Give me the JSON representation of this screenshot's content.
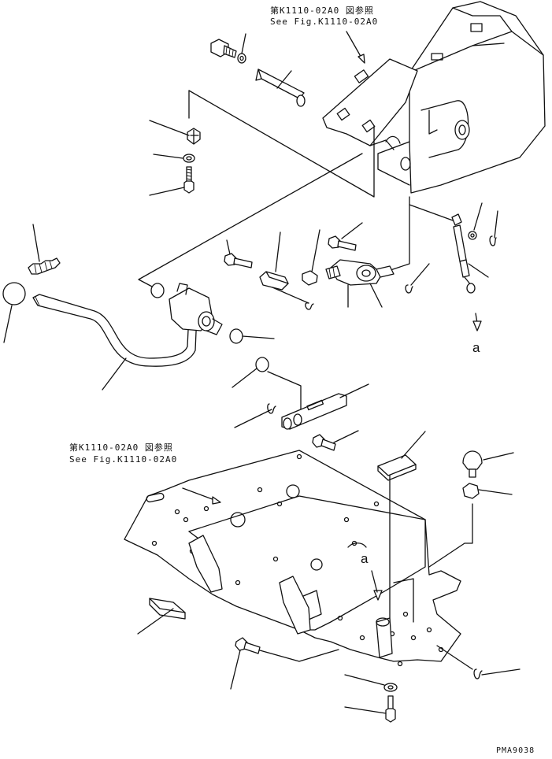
{
  "callouts": {
    "ref_top_jp": "第K1110-02A0 図参照",
    "ref_top_en": "See Fig.K1110-02A0",
    "ref_mid_jp": "第K1110-02A0 図参照",
    "ref_mid_en": "See Fig.K1110-02A0"
  },
  "markers": {
    "a_right": "a",
    "a_bottom": "a"
  },
  "drawing_code": "PMA9038"
}
